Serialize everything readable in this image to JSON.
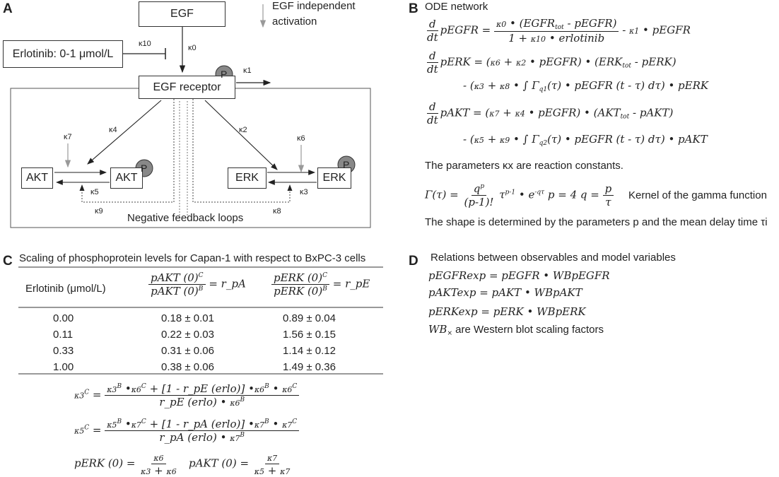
{
  "panel_a": {
    "letter": "A",
    "egf": "EGF",
    "egf_independent": "EGF independent",
    "activation": "activation",
    "erlotinib": "Erlotinib: 0-1 μmol/L",
    "k10": "κ10",
    "k0": "κ0",
    "receptor": "EGF receptor",
    "p": "P",
    "k1": "κ1",
    "k7": "κ7",
    "k4": "κ4",
    "k2": "κ2",
    "k6": "κ6",
    "akt": "AKT",
    "erk": "ERK",
    "k5": "κ5",
    "k3": "κ3",
    "k9": "κ9",
    "k8": "κ8",
    "feedback": "Negative feedback loops"
  },
  "panel_b": {
    "letter": "B",
    "title": "ODE network",
    "params_text": "The parameters κx are reaction constants.",
    "kernel_text": "Kernel of the gamma function",
    "shape_text": "The shape is determined by the parameters p and the mean delay time τi"
  },
  "panel_c": {
    "letter": "C",
    "title": "Scaling of phosphoprotein levels for Capan-1 with respect to BxPC-3 cells",
    "col1": "Erlotinib (μmol/L)",
    "col2_suffix": "= r_pA",
    "col3_suffix": "= r_pE",
    "rows": [
      {
        "erlo": "0.00",
        "pa": "0.18 ± 0.01",
        "pe": "0.89 ± 0.04"
      },
      {
        "erlo": "0.11",
        "pa": "0.22 ± 0.03",
        "pe": "1.56 ± 0.15"
      },
      {
        "erlo": "0.33",
        "pa": "0.31 ± 0.06",
        "pe": "1.14 ± 0.12"
      },
      {
        "erlo": "1.00",
        "pa": "0.38 ± 0.06",
        "pe": "1.49 ± 0.36"
      }
    ]
  },
  "panel_d": {
    "letter": "D",
    "title": "Relations between observables and model variables",
    "eq1": "pEGFRexp = pEGFR • WBpEGFR",
    "eq2": "pAKTexp = pAKT • WBpAKT",
    "eq3": "pERKexp = pERK • WBpERK",
    "wb_text": "are Western blot scaling factors"
  }
}
